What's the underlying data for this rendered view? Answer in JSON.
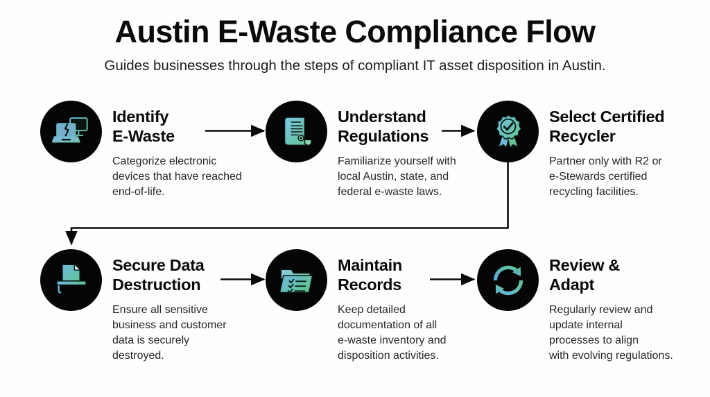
{
  "header": {
    "title": "Austin E-Waste Compliance Flow",
    "subtitle": "Guides businesses through the steps of compliant IT asset disposition in Austin."
  },
  "colors": {
    "background": "#fefefe",
    "circle_fill": "#050505",
    "title_text": "#0a0a0a",
    "body_text": "#262626",
    "connector": "#0a0a0a",
    "icon_gradient_start": "#63b3e0",
    "icon_gradient_end": "#5ec48c"
  },
  "steps": [
    {
      "index": 1,
      "icon": "broken-laptop-monitor-icon",
      "title": "Identify\nE-Waste",
      "description": "Categorize electronic\ndevices that have reached\nend-of-life."
    },
    {
      "index": 2,
      "icon": "legal-scroll-document-icon",
      "title": "Understand\nRegulations",
      "description": "Familiarize yourself with\nlocal Austin, state, and\nfederal e-waste laws."
    },
    {
      "index": 3,
      "icon": "certified-award-badge-icon",
      "title": "Select Certified\nRecycler",
      "description": "Partner only with R2 or\ne-Stewards certified\nrecycling facilities."
    },
    {
      "index": 4,
      "icon": "paper-shredder-icon",
      "title": "Secure Data\nDestruction",
      "description": "Ensure all sensitive\nbusiness and customer\ndata is securely\ndestroyed."
    },
    {
      "index": 5,
      "icon": "folder-checklist-icon",
      "title": "Maintain\nRecords",
      "description": "Keep detailed\ndocumentation of all\ne-waste inventory and\ndisposition activities."
    },
    {
      "index": 6,
      "icon": "circular-refresh-arrows-icon",
      "title": "Review &\nAdapt",
      "description": "Regularly review and\nupdate internal\nprocesses to align\nwith evolving regulations."
    }
  ],
  "connectors": [
    {
      "name": "arrow-step1-to-step2",
      "type": "horizontal-arrow"
    },
    {
      "name": "arrow-step2-to-step3",
      "type": "horizontal-arrow"
    },
    {
      "name": "arrow-step3-to-step4",
      "type": "elbow-arrow-down-left"
    },
    {
      "name": "arrow-step4-to-step5",
      "type": "horizontal-arrow"
    },
    {
      "name": "arrow-step5-to-step6",
      "type": "horizontal-arrow"
    }
  ]
}
